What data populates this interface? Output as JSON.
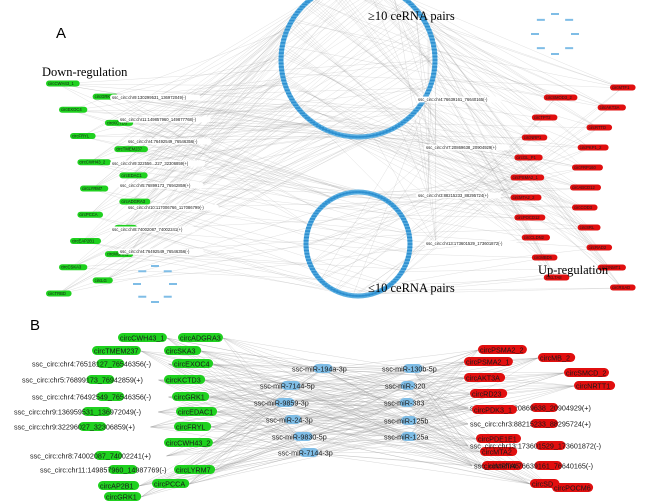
{
  "colors": {
    "down": "#1fd11f",
    "up": "#e10f0f",
    "mirna": "#7fbde6",
    "ring": "#5aaee0",
    "edge": "#8f8f8f"
  },
  "panels": {
    "a": "A",
    "b": "B"
  },
  "annotations": {
    "top_ring": "≥10 ceRNA pairs",
    "bottom_ring": "≤10 ceRNA pairs",
    "down": "Down-regulation",
    "up": "Up-regulation"
  },
  "panel_a": {
    "down_labels": [
      "circCWH43_1",
      "circGRK1",
      "circEXOC4",
      "circKCTD3",
      "circFRYL",
      "circTMEM237",
      "circCWH43_2",
      "circEDAC1",
      "circLYRM7",
      "circADGRA3",
      "circPCCA",
      "circSLA",
      "circEAP2B1",
      "circMGRK1",
      "circCSKA3",
      "circLG",
      "circTRBD"
    ],
    "down_mid_labels": [
      "ssc_circ:chr9:130299531_136972049(-)",
      "ssc_circ:chr11:149857960_149877768(-)",
      "ssc_circ:chr4:76492549_76546356(-)",
      "ssc_circ:chr9:322556...227_32306859(+)",
      "ssc_circ:chr5:76899173_76942859(+)",
      "ssc_circ:chr10:117006766_117086799(-)",
      "ssc_circ:chr8:74002087_74002241(+)",
      "ssc_circ:chr4:76492549_76546356(-)"
    ],
    "up_labels": [
      "circMTF1",
      "circSMOD3_2",
      "circAKT3A",
      "circTPT2",
      "circRTTD",
      "circNRP1",
      "circPKP1_2",
      "circGL_P1",
      "circFRP160",
      "circPSMA2_1",
      "circABCD12",
      "circMTA2_2",
      "circCOD3",
      "circPOCD12",
      "circSRL",
      "circCLDN2",
      "circRAD2",
      "circMBD5",
      "circDNMT1",
      "circLTA8",
      "circRSAD"
    ],
    "up_mid_labels": [
      "ssc_circ:chr4:76639161_76640165(-)",
      "ssc_circ:chr7:20869638_20904929(+)",
      "ssc_circ:chr3:88215233_88295724(+)",
      "ssc_circ:chr13:173601529_173601872(-)"
    ]
  },
  "panel_b": {
    "down": [
      {
        "t": "circCWH43_1"
      },
      {
        "t": "circADGRA3"
      },
      {
        "t": "circTMEM237"
      },
      {
        "t": "circSKA3"
      },
      {
        "t": "ssc_circ:chr4:76518127_76546356(-)"
      },
      {
        "t": "circEXOC4"
      },
      {
        "t": "ssc_circ:chr5:76899173_76942859(+)"
      },
      {
        "t": "circKCTD3"
      },
      {
        "t": "ssc_circ:chr4:76492549_76546356(-)"
      },
      {
        "t": "circGRK1"
      },
      {
        "t": "ssc_circ:chr9:136959531_136972049(-)"
      },
      {
        "t": "circEDAC1"
      },
      {
        "t": "ssc_circ:chr9:32296027_32306859(+)"
      },
      {
        "t": "circFRYL"
      },
      {
        "t": "circCWH43_2"
      },
      {
        "t": "ssc_circ:chr8:74002087_74002241(+)"
      },
      {
        "t": "ssc_circ:chr11:149857960_14987769(-)"
      },
      {
        "t": "circLYRM7"
      },
      {
        "t": "circPCCA"
      },
      {
        "t": "circAP2B1"
      },
      {
        "t": "circGRK1"
      }
    ],
    "mirna": [
      {
        "t": "ssc-miR-194a-3p"
      },
      {
        "t": "ssc-miR-130b-5p"
      },
      {
        "t": "ssc-miR-7144-5p"
      },
      {
        "t": "ssc-miR-320"
      },
      {
        "t": "ssc-miR-9859-3p"
      },
      {
        "t": "ssc-miR-383"
      },
      {
        "t": "ssc-miR-24-3p"
      },
      {
        "t": "ssc-miR-125b"
      },
      {
        "t": "ssc-miR-9830-5p"
      },
      {
        "t": "ssc-miR-125a"
      },
      {
        "t": "ssc-miR-7144-3p"
      }
    ],
    "up": [
      {
        "t": "circPSMA2_2"
      },
      {
        "t": "circMB_2"
      },
      {
        "t": "circPSMA2_1"
      },
      {
        "t": "circSMCD_2"
      },
      {
        "t": "circAKT3A"
      },
      {
        "t": "circNRTT1"
      },
      {
        "t": "circRD23"
      },
      {
        "t": "ssc_circ:chr7:20869638_20904929(+)"
      },
      {
        "t": "circPDK3_1"
      },
      {
        "t": "ssc_circ:chr3:88215233_88295724(+)"
      },
      {
        "t": "circPDE1E1"
      },
      {
        "t": "circMTA2"
      },
      {
        "t": "ssc_circ:chr13:173601529_173601872(-)"
      },
      {
        "t": "circMRTA6"
      },
      {
        "t": "ssc_circ:chr4:76639161_76640165(-)"
      },
      {
        "t": "circSD"
      },
      {
        "t": "circPOCM6"
      }
    ]
  }
}
